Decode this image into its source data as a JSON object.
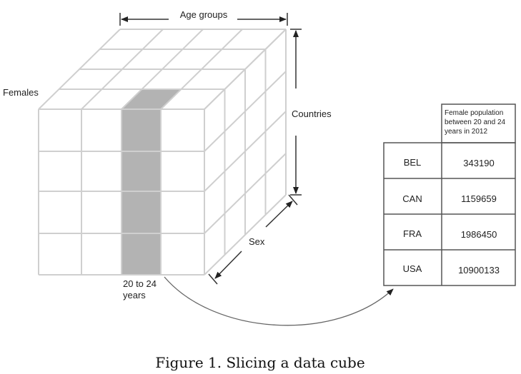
{
  "labels": {
    "age_groups": "Age groups",
    "females": "Females",
    "countries": "Countries",
    "sex": "Sex",
    "slice_line1": "20 to 24",
    "slice_line2": "years"
  },
  "table": {
    "header": [
      "Female population",
      "between 20 and 24",
      "years in 2012"
    ],
    "rows": [
      {
        "country": "BEL",
        "value": "343190"
      },
      {
        "country": "CAN",
        "value": "1159659"
      },
      {
        "country": "FRA",
        "value": "1986450"
      },
      {
        "country": "USA",
        "value": "10900133"
      }
    ]
  },
  "caption": "Figure 1. Slicing a data cube",
  "colors": {
    "slice": "#b3b3b3",
    "grid": "#cfcfcf"
  }
}
